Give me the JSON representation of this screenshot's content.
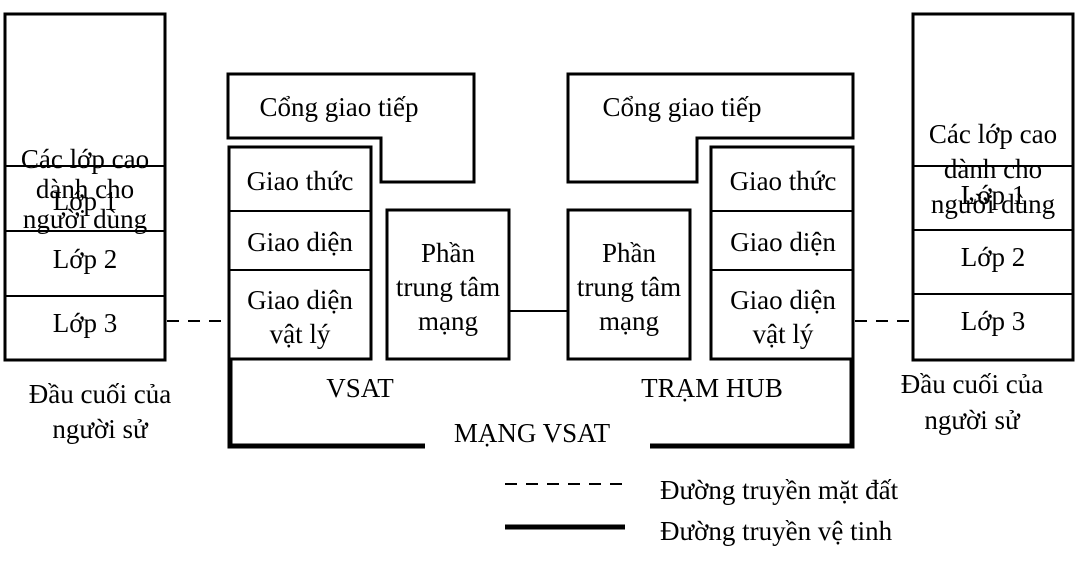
{
  "left_terminal": {
    "upper_layers_lines": [
      "Các lớp cao",
      "dành cho",
      "người dùng"
    ],
    "layer1": "Lớp 1",
    "layer2": "Lớp 2",
    "layer3": "Lớp 3",
    "caption_lines": [
      "Đầu cuối của",
      "người sử"
    ]
  },
  "right_terminal": {
    "upper_layers_lines": [
      "Các lớp cao",
      "dành cho",
      "người dùng"
    ],
    "layer1": "Lớp 1",
    "layer2": "Lớp 2",
    "layer3": "Lớp 3",
    "caption_lines": [
      "Đầu cuối của",
      "người sử"
    ]
  },
  "vsat": {
    "gateway": "Cổng giao tiếp",
    "protocol": "Giao thức",
    "interface": "Giao diện",
    "physical_interface_lines": [
      "Giao diện",
      "vật lý"
    ],
    "network_core_lines": [
      "Phần",
      "trung tâm",
      "mạng"
    ],
    "label": "VSAT"
  },
  "hub": {
    "gateway": "Cổng giao tiếp",
    "protocol": "Giao thức",
    "interface": "Giao diện",
    "physical_interface_lines": [
      "Giao diện",
      "vật lý"
    ],
    "network_core_lines": [
      "Phần",
      "trung tâm",
      "mạng"
    ],
    "label": "TRẠM HUB"
  },
  "network_label": "MẠNG VSAT",
  "legend": {
    "terrestrial": "Đường truyền mặt đất",
    "satellite": "Đường truyền vệ tinh"
  }
}
